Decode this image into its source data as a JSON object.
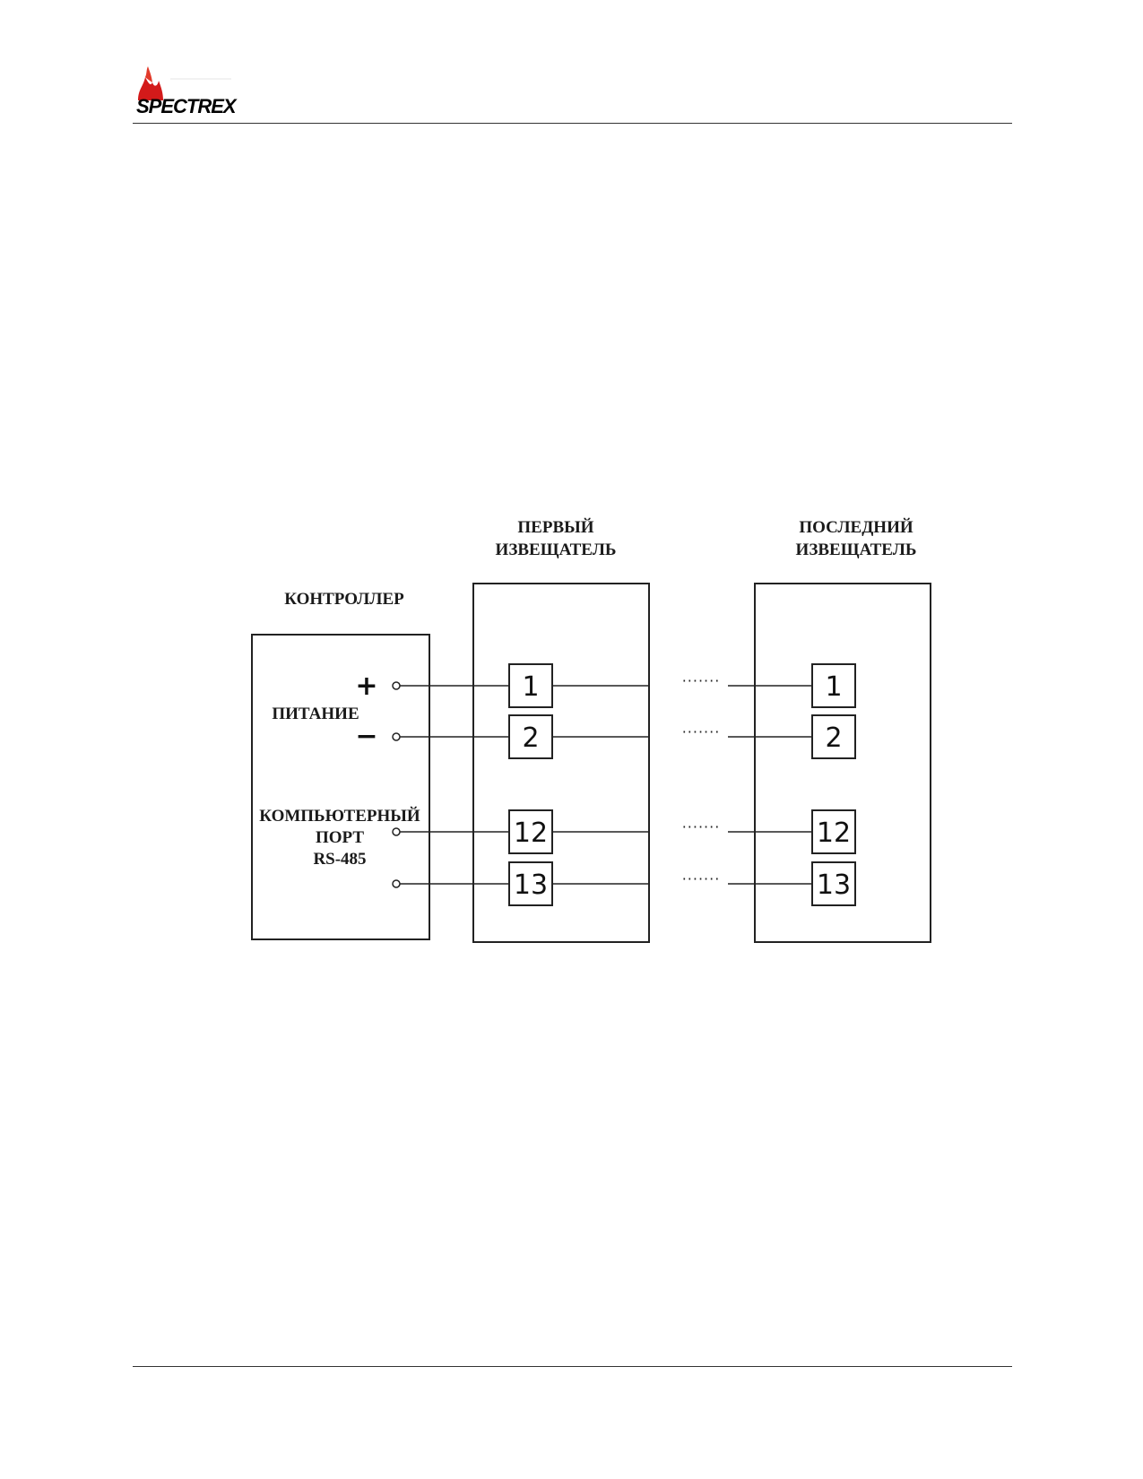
{
  "header": {
    "brand": "SPECTREX",
    "colors": {
      "flame": "#d31a1a",
      "rule": "#333333"
    }
  },
  "diagram": {
    "controller": {
      "title": "КОНТРОЛЛЕР",
      "power_label": "ПИТАНИЕ",
      "plus_sign": "+",
      "minus_sign": "−",
      "port_label_line1": "КОМПЬЮТЕРНЫЙ",
      "port_label_line2": "ПОРТ",
      "port_label_line3": "RS-485"
    },
    "first_detector": {
      "title_line1": "ПЕРВЫЙ",
      "title_line2": "ИЗВЕЩАТЕЛЬ"
    },
    "last_detector": {
      "title_line1": "ПОСЛЕДНИЙ",
      "title_line2": "ИЗВЕЩАТЕЛЬ"
    },
    "terminals": [
      "1",
      "2",
      "12",
      "13"
    ],
    "continuation": "·······"
  }
}
